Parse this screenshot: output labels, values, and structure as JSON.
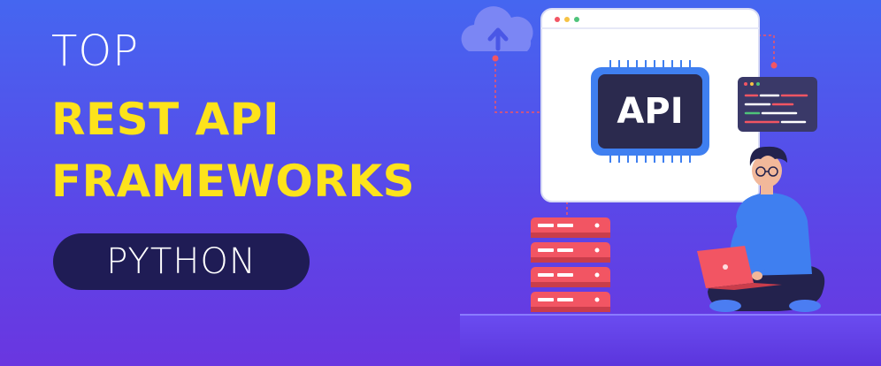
{
  "banner": {
    "top_text": "TOP",
    "title_line1": "REST API",
    "title_line2": "FRAMEWORKS",
    "pill_text": "PYTHON",
    "chip_text": "API"
  },
  "colors": {
    "background_top": "#4566f0",
    "background_bottom": "#6a36e0",
    "title_accent": "#fde31b",
    "pill_background": "#1f1c55",
    "chip": "#2b2a4e",
    "server_red": "#f25563",
    "shirt_blue": "#3f7ff0"
  },
  "icons": [
    "cloud-upload-icon",
    "browser-window-icon",
    "api-chip-icon",
    "code-window-icon",
    "server-rack-icon",
    "developer-with-laptop-illustration"
  ]
}
